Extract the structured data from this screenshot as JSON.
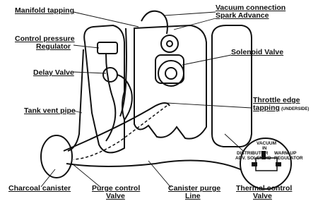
{
  "labels": {
    "manifold_tapping": "Manifold tapping",
    "vacuum_connection": "Vacuum connection",
    "spark_advance": "Spark Advance",
    "control_pressure": "Control pressure",
    "regulator": "Regulator",
    "solenoid_valve": "Solenoid Valve",
    "delay_valve": "Delay Valve",
    "throttle_edge": "Throttle edge",
    "tapping": "tapping",
    "underside": "(UNDERSIDE)",
    "tank_vent_pipe": "Tank vent pipe",
    "charcoal_canister": "Charcoal canister",
    "purge_control": "Purge control",
    "purge_valve": "Valve",
    "canister_purge": "Canister purge",
    "line": "Line",
    "thermal_control": "Thermal control",
    "thermal_valve": "Valve"
  },
  "inset": {
    "vacuum": "VACUUM",
    "in": "IN",
    "distributor": "DISTRIBUTOR",
    "adv_solenoid": "ADV. SOLENOID",
    "warm_up": "WARM UP",
    "regulator": "REGULATOR"
  }
}
